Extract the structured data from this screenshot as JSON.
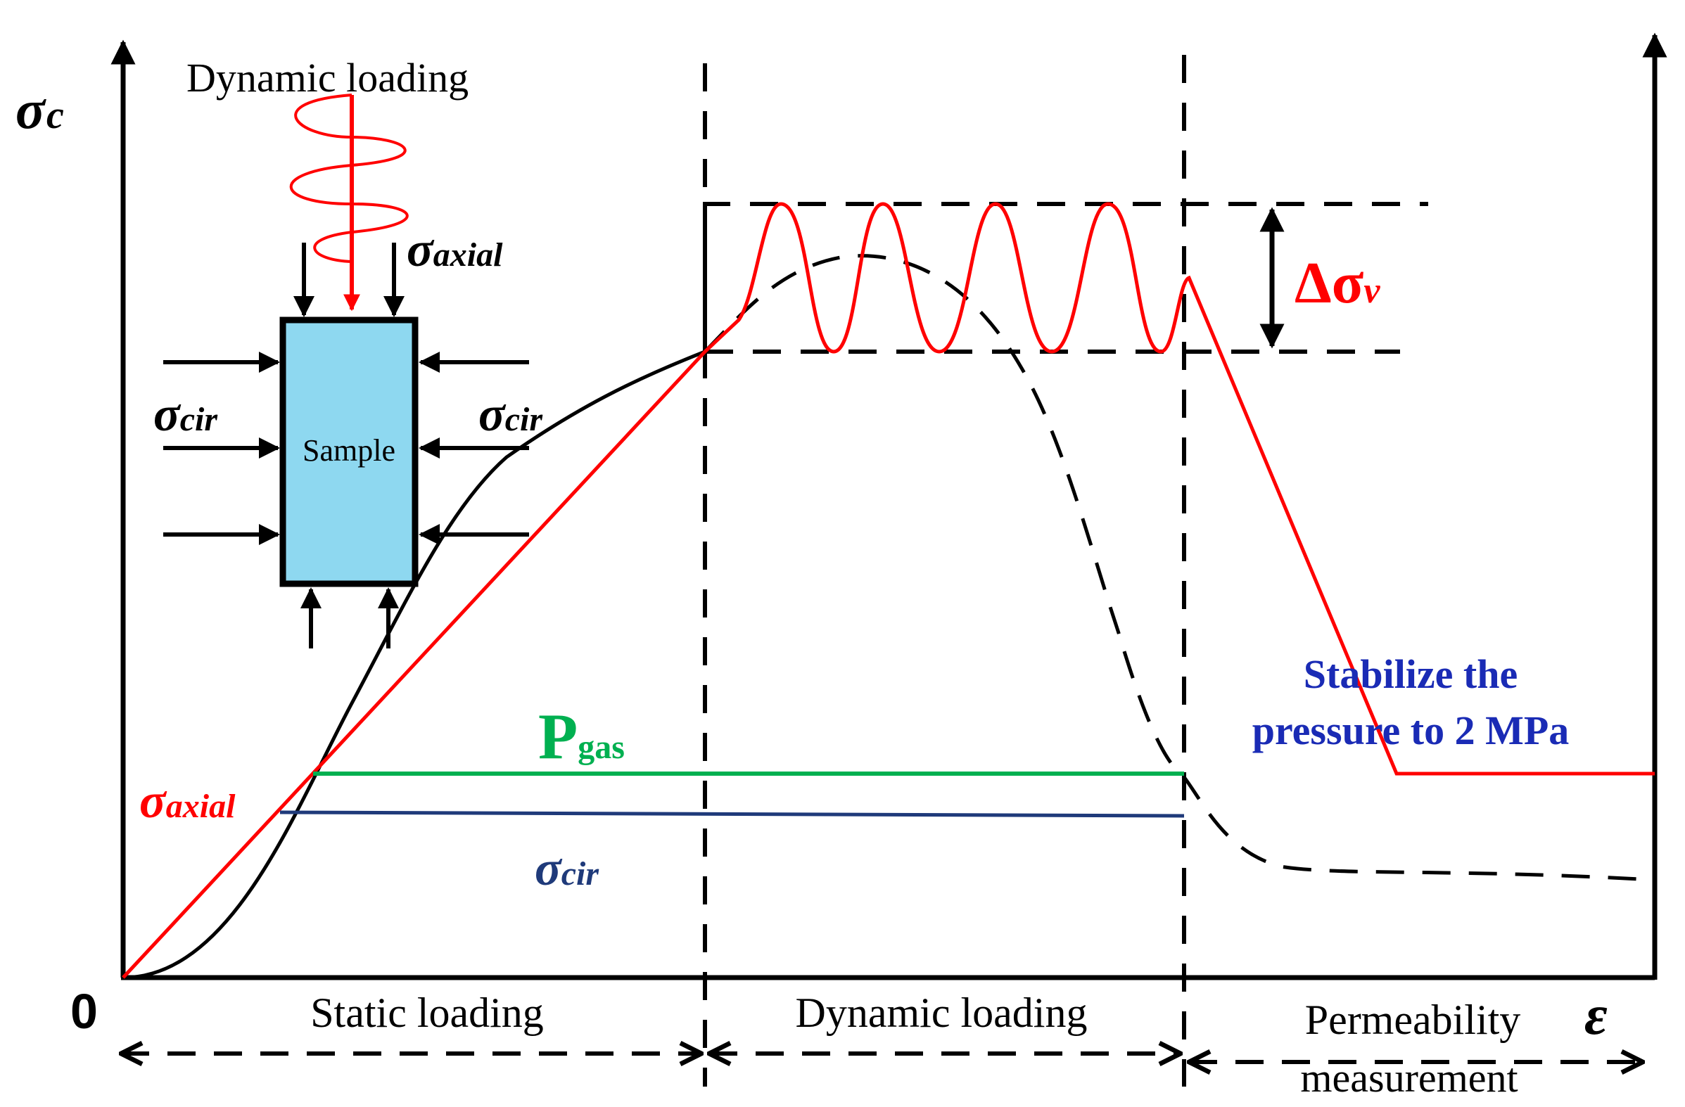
{
  "labels": {
    "y_axis": {
      "main": "σ",
      "sub": "c"
    },
    "x_axis": "ε",
    "origin": "0",
    "dynamic_loading_top": "Dynamic loading",
    "sigma_axial_inset": {
      "main": "σ",
      "sub": "axial"
    },
    "sigma_cir_left": {
      "main": "σ",
      "sub": "cir"
    },
    "sigma_cir_right": {
      "main": "σ",
      "sub": "cir"
    },
    "sample": "Sample",
    "delta_sigma_v": {
      "main": "Δσ",
      "sub": "v"
    },
    "p_gas": {
      "main": "P",
      "sub": "gas"
    },
    "sigma_axial_curve": {
      "main": "σ",
      "sub": "axial"
    },
    "sigma_cir_curve": {
      "main": "σ",
      "sub": "cir"
    },
    "stabilize_line1": "Stabilize the",
    "stabilize_line2": "pressure to 2 MPa",
    "phase_static": "Static loading",
    "phase_dynamic": "Dynamic loading",
    "phase_perm_line1": "Permeability",
    "phase_perm_line2": "measurement"
  },
  "colors": {
    "axis": "#000000",
    "axial_curve": "#ff0000",
    "gas_line": "#00b050",
    "confining_line": "#1f3a7a",
    "stabilize_text": "#1a2bb5",
    "sample_fill": "#8ed8f0",
    "inset_load_arrow": "#ff0000"
  },
  "icons": {
    "dynamic_load": "sine-wave-coil-icon",
    "arrows": "arrow-icon"
  }
}
